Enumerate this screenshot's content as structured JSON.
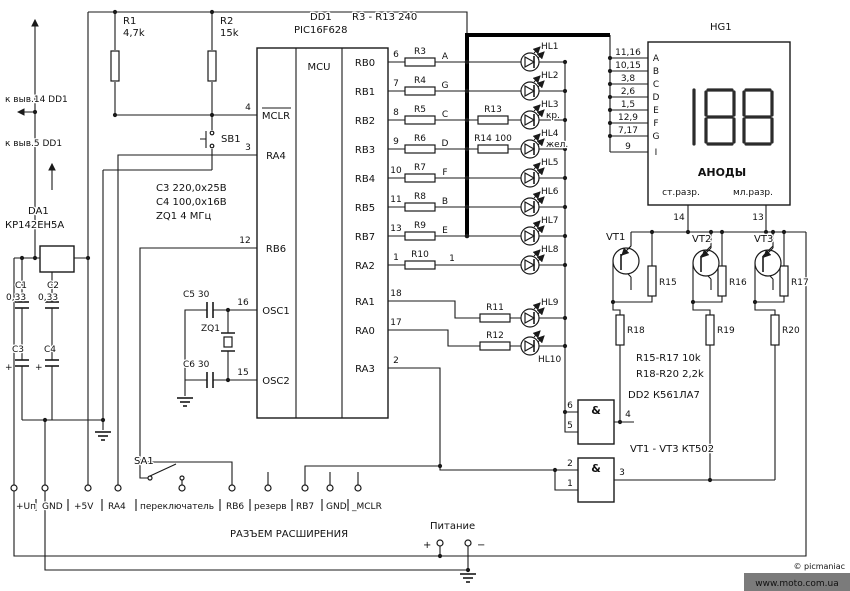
{
  "annotations": {
    "to_pin14": "к выв.14 DD1",
    "to_pin5": "к выв.5 DD1",
    "r_note": "R3 - R13  240",
    "r15_17_note": "R15-R17 10k",
    "r18_20_note": "R18-R20 2,2k",
    "vt_note": "VT1 - VT3  КТ502",
    "dd2_note": "DD2 К561ЛА7",
    "c3_note": "C3 220,0x25В",
    "c4_note": "C4 100,0x16В",
    "zq1_note": "ZQ1 4 МГц"
  },
  "components": {
    "r1": {
      "ref": "R1",
      "val": "4,7k"
    },
    "r2": {
      "ref": "R2",
      "val": "15k"
    },
    "r10": "R10",
    "r11": "R11",
    "r12": "R12",
    "r13": "R13",
    "r14": "R14 100",
    "r15": "R15",
    "r16": "R16",
    "r17": "R17",
    "r18": "R18",
    "r19": "R19",
    "r20": "R20",
    "c1": {
      "ref": "C1",
      "val": "0,33"
    },
    "c2": {
      "ref": "C2",
      "val": "0,33"
    },
    "c3": "C3",
    "c4": "C4",
    "c5": "C5 30",
    "c6": "C6 30",
    "zq1": "ZQ1",
    "sb1": "SB1",
    "sa1": "SA1",
    "da1": {
      "ref": "DA1",
      "part": "КР142ЕН5А"
    },
    "vt1": "VT1",
    "vt2": "VT2",
    "vt3": "VT3",
    "plus": "+"
  },
  "mcu": {
    "ref": "DD1",
    "part": "PIC16F628",
    "core": "MCU",
    "left_pins": [
      {
        "num": "4",
        "label": "MCLR"
      },
      {
        "num": "3",
        "label": "RA4"
      },
      {
        "num": "12",
        "label": "RB6"
      },
      {
        "num": "16",
        "label": "OSC1"
      },
      {
        "num": "15",
        "label": "OSC2"
      }
    ],
    "right_pins": [
      {
        "num": "6",
        "label": "RB0"
      },
      {
        "num": "7",
        "label": "RB1"
      },
      {
        "num": "8",
        "label": "RB2"
      },
      {
        "num": "9",
        "label": "RB3"
      },
      {
        "num": "10",
        "label": "RB4"
      },
      {
        "num": "11",
        "label": "RB5"
      },
      {
        "num": "13",
        "label": "RB7"
      },
      {
        "num": "1",
        "label": "RA2"
      },
      {
        "num": "18",
        "label": "RA1"
      },
      {
        "num": "17",
        "label": "RA0"
      },
      {
        "num": "2",
        "label": "RA3"
      }
    ]
  },
  "seg_resistors": [
    {
      "ref": "R3",
      "seg": "A"
    },
    {
      "ref": "R4",
      "seg": "G"
    },
    {
      "ref": "R5",
      "seg": "C"
    },
    {
      "ref": "R6",
      "seg": "D"
    },
    {
      "ref": "R7",
      "seg": "F"
    },
    {
      "ref": "R8",
      "seg": "B"
    },
    {
      "ref": "R9",
      "seg": "E"
    }
  ],
  "node1": "1",
  "leds": [
    {
      "ref": "HL1"
    },
    {
      "ref": "HL2"
    },
    {
      "ref": "HL3",
      "color": "кр."
    },
    {
      "ref": "HL4",
      "color": "жел."
    },
    {
      "ref": "HL5"
    },
    {
      "ref": "HL6"
    },
    {
      "ref": "HL7"
    },
    {
      "ref": "HL8"
    },
    {
      "ref": "HL9"
    },
    {
      "ref": "HL10"
    }
  ],
  "display": {
    "ref": "HG1",
    "pins": [
      "11,16",
      "10,15",
      "3,8",
      "2,6",
      "1,5",
      "12,9",
      "7,17",
      "9"
    ],
    "segs": [
      "A",
      "B",
      "C",
      "D",
      "E",
      "F",
      "G",
      "I"
    ],
    "anodes": "АНОДЫ",
    "hi": "ст.разр.",
    "lo": "мл.разр.",
    "pin_hi": "14",
    "pin_lo": "13"
  },
  "gates": {
    "amp": "&",
    "g1": {
      "a": "6",
      "b": "5",
      "out": "4"
    },
    "g2": {
      "a": "2",
      "b": "1",
      "out": "3"
    }
  },
  "connector": {
    "title": "РАЗЪЕМ РАСШИРЕНИЯ",
    "pins": [
      "+Uп",
      "GND",
      "+5V",
      "RA4",
      "переключатель",
      "RB6",
      "резерв",
      "RB7",
      "GND",
      "_MCLR"
    ]
  },
  "supply": {
    "label": "Питание",
    "plus": "+",
    "minus": "−"
  },
  "watermark": {
    "site": "www.moto.com.ua",
    "credit": "© picmaniac"
  }
}
